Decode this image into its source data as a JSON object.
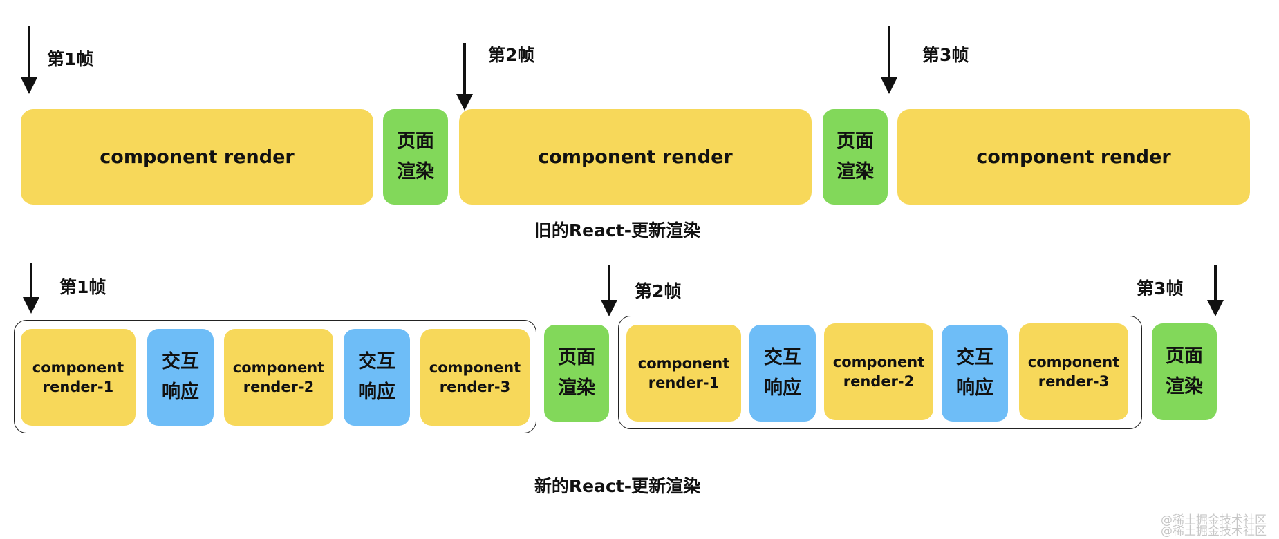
{
  "old_diagram": {
    "frame_labels": [
      "第1帧",
      "第2帧",
      "第3帧"
    ],
    "blocks": [
      {
        "text": "component render",
        "color": "#f7d85a"
      },
      {
        "text": "页面\n渲染",
        "color": "#82d85a"
      },
      {
        "text": "component render",
        "color": "#f7d85a"
      },
      {
        "text": "页面\n渲染",
        "color": "#82d85a"
      },
      {
        "text": "component render",
        "color": "#f7d85a"
      }
    ],
    "caption": "旧的React-更新渲染"
  },
  "new_diagram": {
    "frame_labels": [
      "第1帧",
      "第2帧",
      "第3帧"
    ],
    "group1": [
      {
        "text": "component\nrender-1",
        "color": "#f7d85a"
      },
      {
        "text": "交互\n响应",
        "color": "#6ebdf7"
      },
      {
        "text": "component\nrender-2",
        "color": "#f7d85a"
      },
      {
        "text": "交互\n响应",
        "color": "#6ebdf7"
      },
      {
        "text": "component\nrender-3",
        "color": "#f7d85a"
      }
    ],
    "page_render_1": {
      "text": "页面\n渲染",
      "color": "#82d85a"
    },
    "group2": [
      {
        "text": "component\nrender-1",
        "color": "#f7d85a"
      },
      {
        "text": "交互\n响应",
        "color": "#6ebdf7"
      },
      {
        "text": "component\nrender-2",
        "color": "#f7d85a"
      },
      {
        "text": "交互\n响应",
        "color": "#6ebdf7"
      },
      {
        "text": "component\nrender-3",
        "color": "#f7d85a"
      }
    ],
    "page_render_2": {
      "text": "页面\n渲染",
      "color": "#82d85a"
    },
    "caption": "新的React-更新渲染"
  },
  "watermark": [
    "@稀土掘金技术社区",
    "@稀土掘金技术社区"
  ]
}
